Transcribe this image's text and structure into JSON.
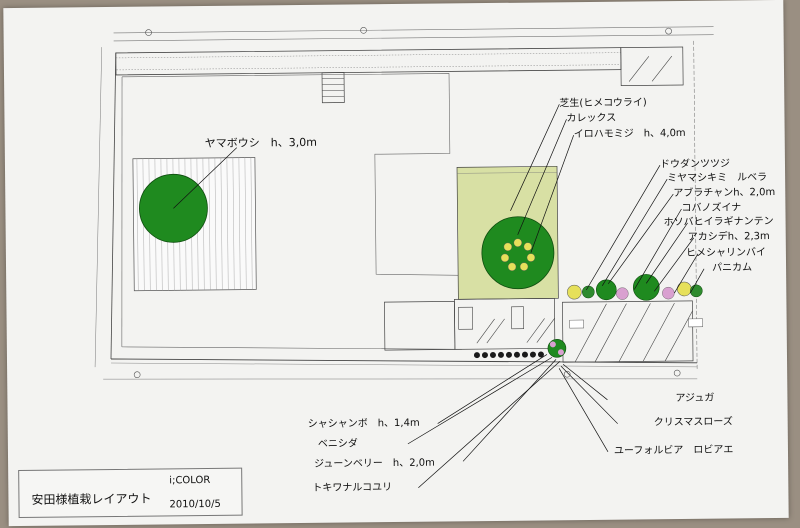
{
  "plants": {
    "yamaboushi": "ヤマボウシ　h、3,0m",
    "shibafu": "芝生(ヒメコウライ)",
    "carex": "カレックス",
    "irohamomiji": "イロハモミジ　h、4,0m",
    "dodantsutsuji": "ドウダンツツジ",
    "miyamashikimi": "ミヤマシキミ　ルベラ",
    "abelia": "アブラチャンh、2,0m",
    "kohanozuina": "コバノズイナ",
    "hosobahiiragi": "ホソバヒイラギナンテン",
    "akashide": "アカシデh、2,3m",
    "himesharinbai": "ヒメシャリンバイ",
    "panicum": "パニカム",
    "shashanbo": "シャシャンボ　h、1,4m",
    "benishida": "ベニシダ",
    "juneberry": "ジューンベリー　h、2,0m",
    "tokiwanarukoyuri": "トキワナルコユリ",
    "ajuga": "アジュガ",
    "christmasrose": "クリスマスローズ",
    "euphorbia": "ユーフォルビア　ロビアエ"
  },
  "title_block": {
    "title": "安田様植栽レイアウト",
    "company": "i;COLOR",
    "date": "2010/10/5"
  },
  "colors": {
    "lawn": "#d8e0a4",
    "tree_dark": "#1d7a1d",
    "tree_mid": "#2e8b2e",
    "flower": "#d9a0d0",
    "yellow": "#e6e05a"
  }
}
